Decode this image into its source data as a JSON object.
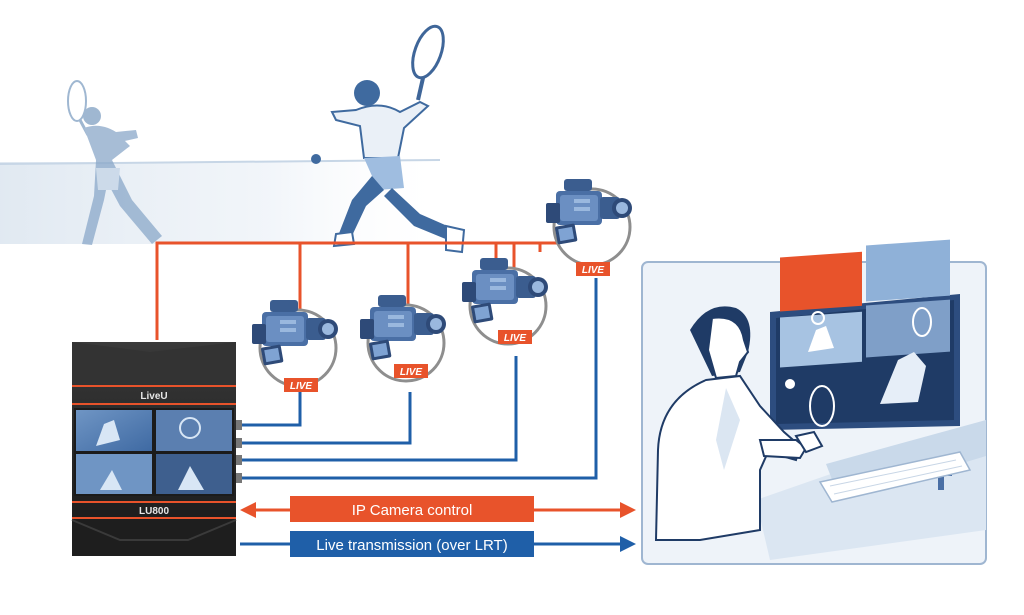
{
  "device": {
    "brand_top": "LiveU",
    "model": "LU800"
  },
  "cameras": [
    {
      "label": "LIVE"
    },
    {
      "label": "LIVE"
    },
    {
      "label": "LIVE"
    },
    {
      "label": "LIVE"
    }
  ],
  "arrows": {
    "control_label": "IP Camera control",
    "transmission_label": "Live transmission (over LRT)"
  },
  "colors": {
    "orange": "#e8532b",
    "blue": "#1f5fa8",
    "navy": "#1e3a66",
    "light_blue": "#a8c6e6",
    "device": "#2b2b2b"
  }
}
